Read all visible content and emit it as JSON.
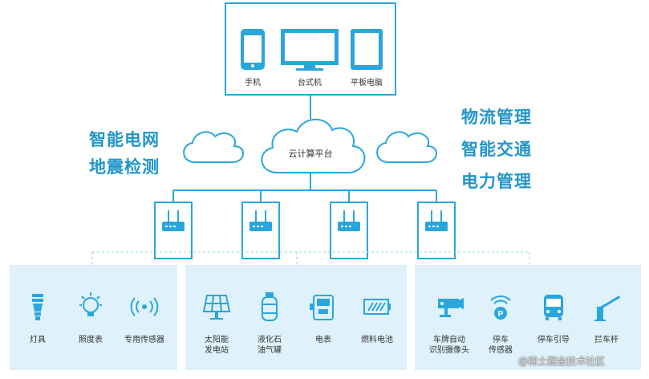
{
  "devices": {
    "phone": "手机",
    "desktop": "台式机",
    "tablet": "平板电脑"
  },
  "cloud": {
    "label": "云计算平台"
  },
  "left_labels": [
    "智能电网",
    "地震检测"
  ],
  "right_labels": [
    "物流管理",
    "智能交通",
    "电力管理"
  ],
  "panel1": [
    "灯具",
    "照度表",
    "专用传感器"
  ],
  "panel2": [
    "太阳能\n发电站",
    "液化石\n油气罐",
    "电表",
    "燃料电池"
  ],
  "panel3": [
    "车牌自动\n识别摄像头",
    "停车\n传感器",
    "停车引导",
    "拦车杆"
  ],
  "watermark": "@稀土掘金技术社区",
  "colors": {
    "line": "#2aa6dc",
    "icon": "#2196c9",
    "panel": "#dff1fa",
    "label": "#2196c9"
  }
}
